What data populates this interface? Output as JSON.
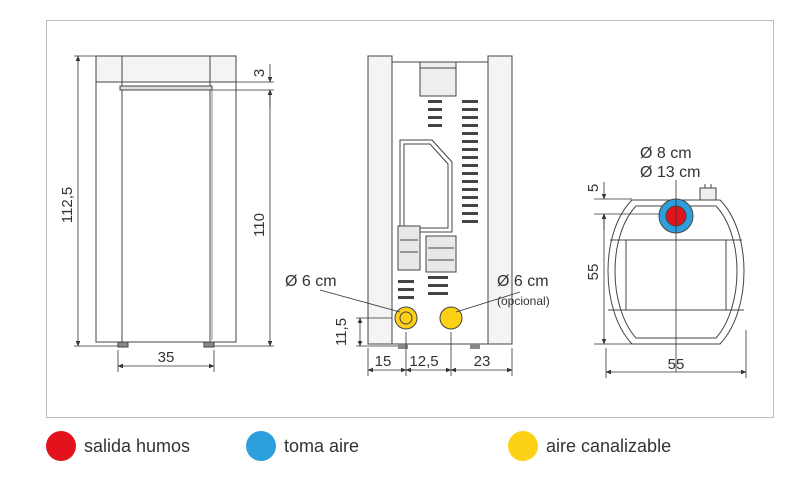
{
  "front_view": {
    "height_total": "112,5",
    "height_inner": "110",
    "top_gap": "3",
    "width": "35"
  },
  "back_view": {
    "air_intake_diameter": "Ø 6 cm",
    "air_channel_diameter": "Ø 6 cm",
    "air_channel_note": "(opcional)",
    "outlet_height": "11,5",
    "offset_left": "15",
    "spacing": "12,5",
    "offset_right": "23"
  },
  "top_view": {
    "flue_diameter_1": "Ø 8 cm",
    "flue_diameter_2": "Ø 13 cm",
    "flue_offset": "5",
    "depth": "55",
    "width": "55"
  },
  "legend": [
    {
      "label": "salida humos",
      "color": "#e3131b"
    },
    {
      "label": "toma aire",
      "color": "#2d9fdc"
    },
    {
      "label": "aire canalizable",
      "color": "#fcd116"
    }
  ],
  "colors": {
    "smoke": "#e3131b",
    "air": "#2d9fdc",
    "channel": "#fcd116"
  }
}
